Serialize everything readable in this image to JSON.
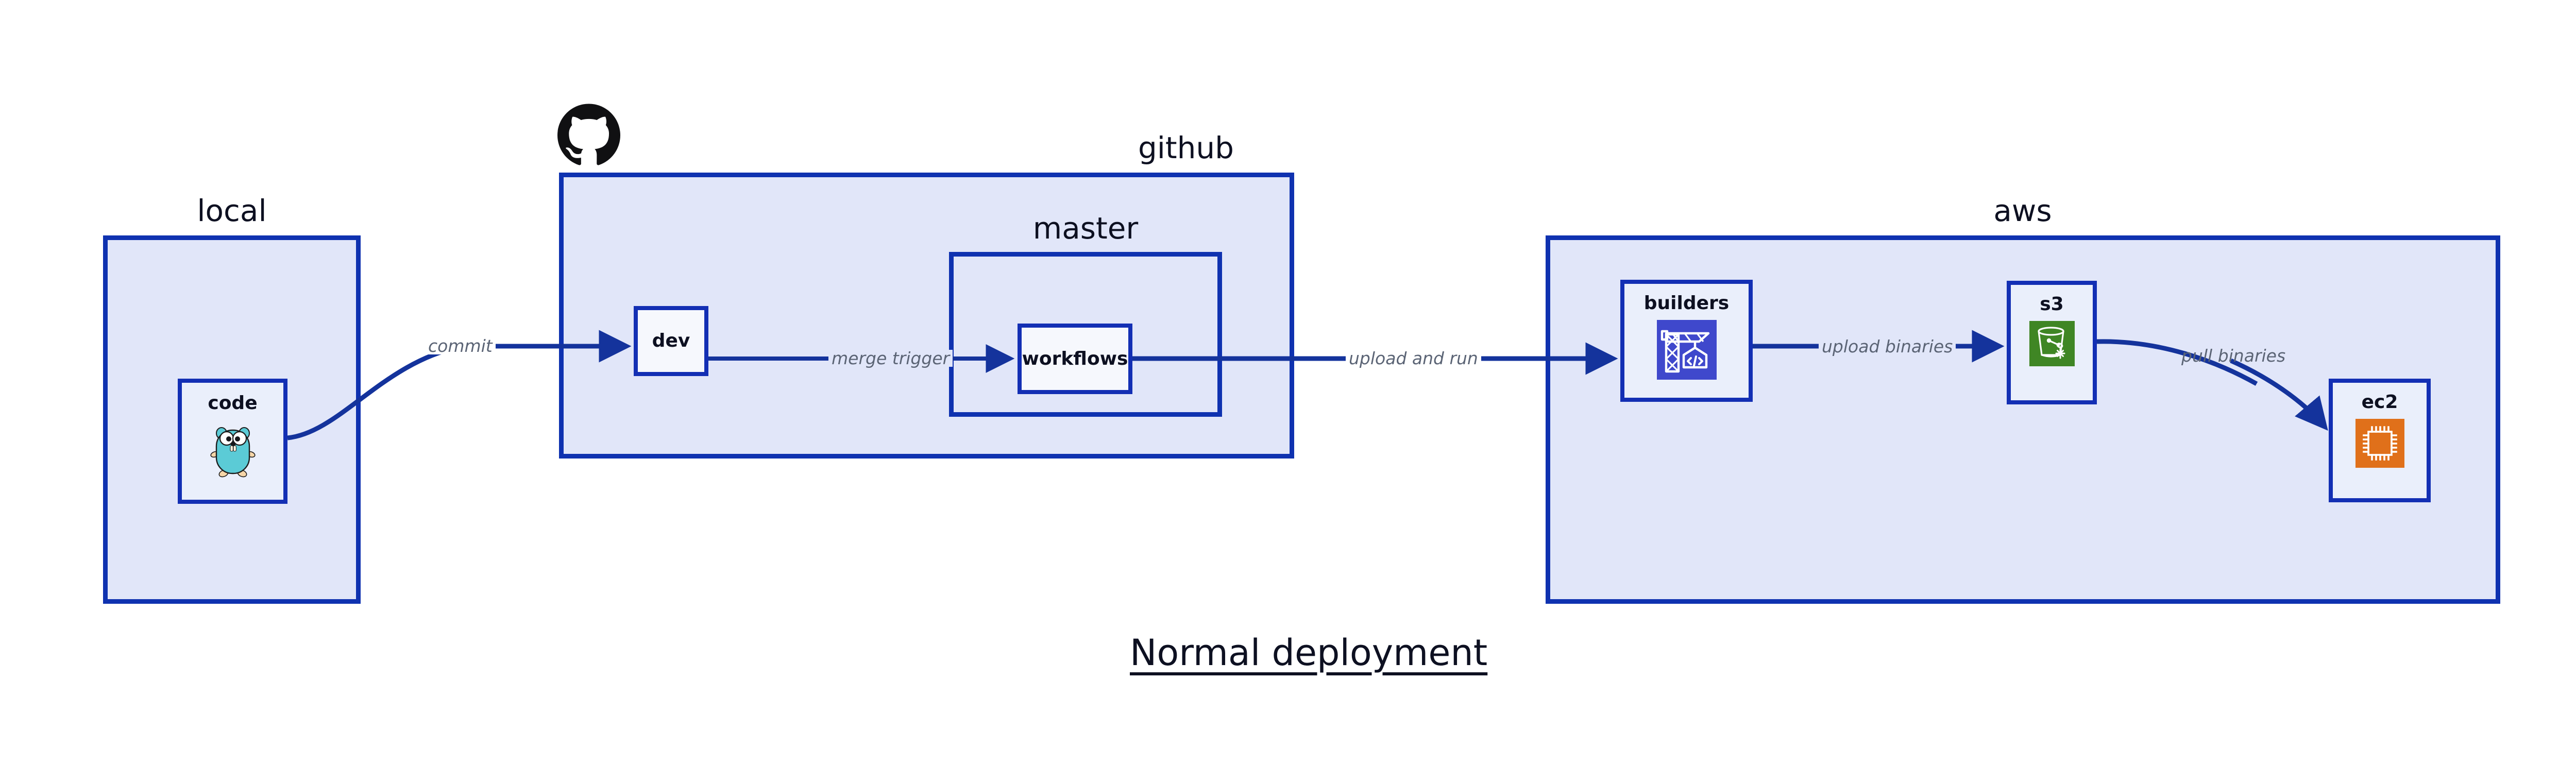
{
  "caption": "Normal deployment",
  "colors": {
    "group_fill": "#e1e6f9",
    "group_border": "#0f32b0",
    "node_fill": "#eaeffb",
    "node_border": "#132fb4",
    "edge": "#14339c",
    "edge_label": "#5b6475",
    "text": "#0d1021",
    "go_gopher": "#5bcbd6",
    "aws_builders": "#3f48cc",
    "aws_s3": "#3f8624",
    "aws_ec2": "#e0701a"
  },
  "groups": [
    {
      "id": "local",
      "label": "local"
    },
    {
      "id": "github",
      "label": "github"
    },
    {
      "id": "master",
      "label": "master"
    },
    {
      "id": "aws",
      "label": "aws"
    }
  ],
  "nodes": [
    {
      "id": "code",
      "label": "code",
      "icon": "go-gopher-icon",
      "group": "local"
    },
    {
      "id": "dev",
      "label": "dev",
      "icon": null,
      "group": "github"
    },
    {
      "id": "workflows",
      "label": "workflows",
      "icon": null,
      "group": "master"
    },
    {
      "id": "builders",
      "label": "builders",
      "icon": "aws-builders-icon",
      "group": "aws"
    },
    {
      "id": "s3",
      "label": "s3",
      "icon": "aws-s3-icon",
      "group": "aws"
    },
    {
      "id": "ec2",
      "label": "ec2",
      "icon": "aws-ec2-icon",
      "group": "aws"
    }
  ],
  "edges": [
    {
      "id": "commit",
      "label": "commit",
      "from": "code",
      "to": "dev"
    },
    {
      "id": "merge-trigger",
      "label": "merge trigger",
      "from": "dev",
      "to": "workflows"
    },
    {
      "id": "upload-and-run",
      "label": "upload and run",
      "from": "workflows",
      "to": "builders"
    },
    {
      "id": "upload-binaries",
      "label": "upload binaries",
      "from": "builders",
      "to": "s3"
    },
    {
      "id": "pull-binaries",
      "label": "pull binaries",
      "from": "s3",
      "to": "ec2"
    }
  ],
  "logos": [
    {
      "id": "github-logo",
      "name": "github-logo-icon"
    }
  ]
}
